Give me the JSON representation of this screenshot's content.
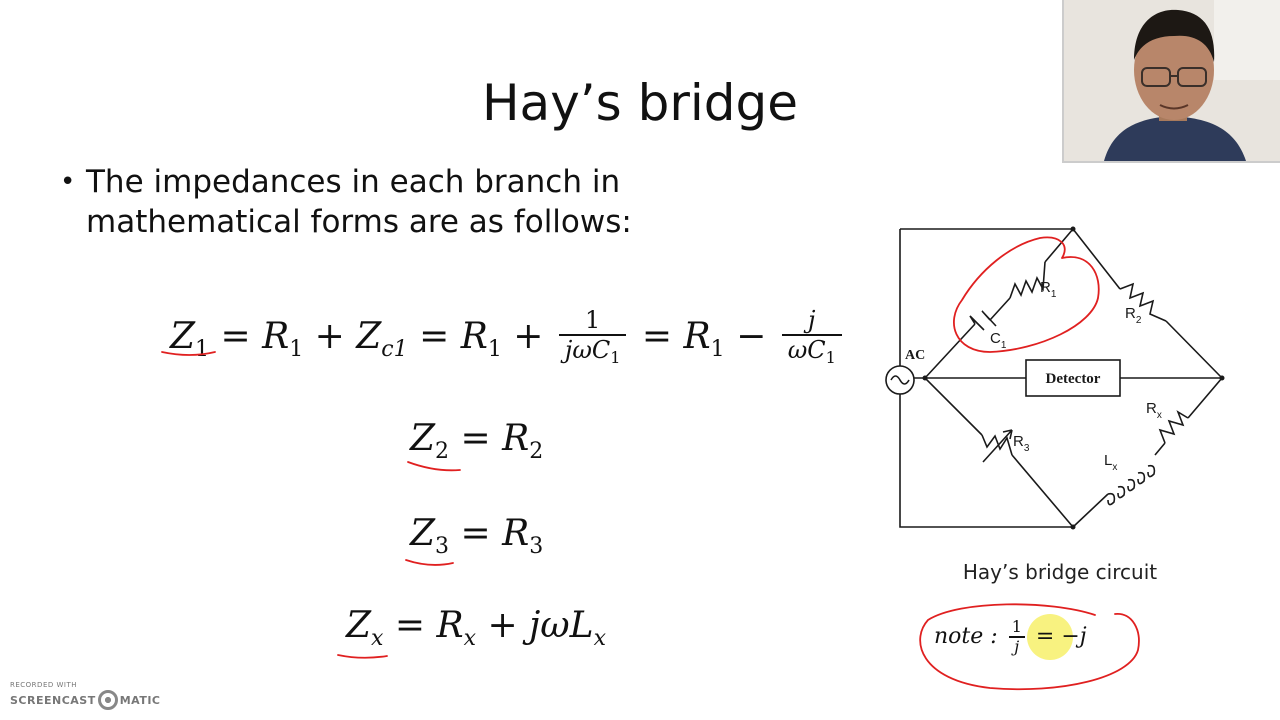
{
  "slide": {
    "title": "Hay’s bridge",
    "bullet": "The impedances in each branch in mathematical forms are as follows:",
    "bullet_marker": "•"
  },
  "equations": {
    "eq1": {
      "z": "Z",
      "z_sub": "1",
      "eq": "=",
      "r": "R",
      "r_sub": "1",
      "plus": "+",
      "zc": "Z",
      "zc_sub": "c1",
      "eq2": "=",
      "r2": "R",
      "r2_sub": "1",
      "plus2": "+",
      "frac1_num": "1",
      "frac1_den": "jωC",
      "frac1_den_sub": "1",
      "eq3": "=",
      "r3": "R",
      "r3_sub": "1",
      "minus": "−",
      "frac2_num": "j",
      "frac2_den": "ωC",
      "frac2_den_sub": "1"
    },
    "eq2": {
      "z": "Z",
      "z_sub": "2",
      "eq": "=",
      "r": "R",
      "r_sub": "2"
    },
    "eq3": {
      "z": "Z",
      "z_sub": "3",
      "eq": "=",
      "r": "R",
      "r_sub": "3"
    },
    "eq4": {
      "z": "Z",
      "z_sub": "x",
      "eq": "=",
      "r": "R",
      "r_sub": "x",
      "plus": "+",
      "jw": "jωL",
      "l_sub": "x"
    }
  },
  "circuit": {
    "source_label": "AC",
    "detector_label": "Detector",
    "r1": "R",
    "r1_sub": "1",
    "c1": "C",
    "c1_sub": "1",
    "r2": "R",
    "r2_sub": "2",
    "r3": "R",
    "r3_sub": "3",
    "rx": "R",
    "rx_sub": "x",
    "lx": "L",
    "lx_sub": "x",
    "caption": "Hay’s bridge circuit"
  },
  "note": {
    "label": "note :",
    "frac_num": "1",
    "frac_den": "j",
    "eq": "=",
    "rhs": "−j"
  },
  "overlay": {
    "watermark_line1": "RECORDED WITH",
    "watermark_brand_left": "SCREENCAST",
    "watermark_brand_right": "MATIC"
  },
  "colors": {
    "ink": "#e02020",
    "highlight": "#f7f06a",
    "line": "#1a1a1a"
  }
}
